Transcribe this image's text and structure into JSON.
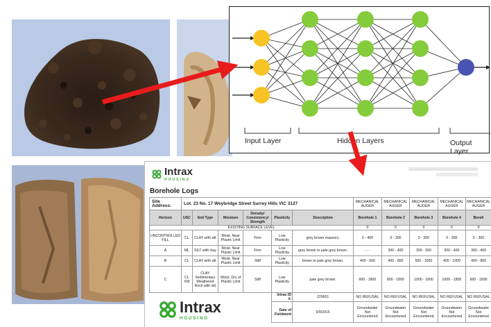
{
  "nn": {
    "input_label": "Input Layer",
    "hidden_label": "Hidden Layers",
    "output_label": "Output Layer",
    "colors": {
      "input": "#f7c325",
      "hidden": "#84cc3b",
      "output": "#4a52b2",
      "edge": "#222222"
    }
  },
  "doc": {
    "brand": "Intrax",
    "brand_sub": "HOUSING",
    "title": "Borehole Logs",
    "site_label": "Site Address:",
    "site_value": "Lot. 23 No. 17 Weybridge Street Surrey Hills VIC 3127",
    "auger": [
      "MECHANICAL AUGER",
      "MECHANICAL AUGER",
      "MECHANICAL AUGER",
      "MECHANICAL AUGER",
      "MECHANICAL AUGER"
    ],
    "col_headers": [
      "Horizon",
      "USC",
      "Soil Type",
      "Moisture",
      "Density/ Consistency/ Strength",
      "Plasticity",
      "Description"
    ],
    "boreholes": [
      "Borehole 1",
      "Borehole 2",
      "Borehole 3",
      "Borehole 4",
      "Boreh"
    ],
    "surface_label": "EXISTING SURFACE LEVEL",
    "surface_values": [
      "0",
      "0",
      "0",
      "0",
      "0"
    ],
    "rows": [
      {
        "horizon": "UNCONTROLLED FILL",
        "usc": "CL",
        "soil": "CLAY with silt",
        "moisture": "Moist, Near Plastic Limit",
        "density": "Firm",
        "plasticity": "Low Plasticity",
        "description": "grey brown masonry.",
        "values": [
          "0 - 400",
          "0 - 300",
          "0 - 300",
          "0 - 300",
          "0 - 300"
        ]
      },
      {
        "horizon": "A",
        "usc": "ML",
        "soil": "SILT with clay",
        "moisture": "Moist, Near Plastic Limit",
        "density": "Firm",
        "plasticity": "Low Plasticity",
        "description": "grey brown to pale grey brown.",
        "values": [
          "- - -",
          "300 - 400",
          "300 - 500",
          "300 - 400",
          "300 - 400"
        ]
      },
      {
        "horizon": "B",
        "usc": "CL",
        "soil": "CLAY with silt",
        "moisture": "Moist, Near Plastic Limit",
        "density": "Stiff",
        "plasticity": "Low Plasticity",
        "description": "brown to pale grey brown.",
        "values": [
          "400 - 600",
          "400 - 800",
          "500 - 1000",
          "400 - 1000",
          "400 - 800"
        ]
      },
      {
        "horizon": "C",
        "usc": "CL XW",
        "soil": "CLAY Sedimentary Weathered Rock with silt",
        "moisture": "Moist, Dry of Plastic Limit",
        "density": "Stiff",
        "plasticity": "Low Plasticity",
        "description": "pale grey brown.",
        "values": [
          "600 - 1800",
          "800 - 1800",
          "1000 - 1800",
          "1000 - 1800",
          "600 - 1800"
        ]
      }
    ],
    "intrax_id_label": "Intrax ID #:",
    "intrax_id_value": "229651",
    "refusal": [
      "NO REFUSAL",
      "NO REFUSAL",
      "NO REFUSAL",
      "NO REFUSAL",
      "NO REFUSAL"
    ],
    "fieldwork_label": "Date of Fieldwork",
    "fieldwork_value": "9/9/2015",
    "groundwater": [
      "Groundwater Not Encountered",
      "Groundwater Not Encountered",
      "Groundwater Not Encountered",
      "Groundwater Not Encountered",
      "Groundwater Not Encountered"
    ]
  }
}
